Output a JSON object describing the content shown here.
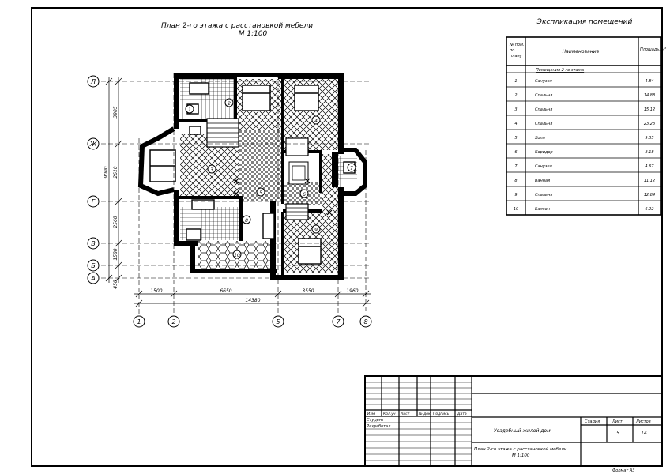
{
  "plan": {
    "title_line1": "План 2-го этажа с расстановкой мебели",
    "title_line2": "М 1:100",
    "axes_h": [
      "1",
      "2",
      "5",
      "7",
      "8"
    ],
    "axes_v": [
      "Л",
      "Ж",
      "Г",
      "В",
      "Б",
      "А"
    ],
    "dims_left": [
      "3905",
      "2610",
      "2560",
      "1580",
      "450"
    ],
    "dim_left_total": "9000",
    "dims_bottom": [
      "1500",
      "6650",
      "3550",
      "1960"
    ],
    "dim_bottom_total": "14380",
    "room_marks": [
      "1",
      "2",
      "3",
      "4",
      "5",
      "6",
      "7",
      "8",
      "9",
      "10"
    ]
  },
  "explication": {
    "title": "Экспликация помещений",
    "headers": [
      "№ пом. по плану",
      "Наименование",
      "Площадь, м²"
    ],
    "subtitle": "Помещения 2-го этажа",
    "rows": [
      [
        "1",
        "Санузел",
        "4.84"
      ],
      [
        "2",
        "Спальня",
        "14.88"
      ],
      [
        "3",
        "Спальня",
        "15.12"
      ],
      [
        "4",
        "Спальня",
        "23.23"
      ],
      [
        "5",
        "Холл",
        "9.35"
      ],
      [
        "6",
        "Коридор",
        "8.18"
      ],
      [
        "7",
        "Санузел",
        "4.67"
      ],
      [
        "8",
        "Ванная",
        "11.12"
      ],
      [
        "9",
        "Спальня",
        "12.84"
      ],
      [
        "10",
        "Балкон",
        "6.22"
      ]
    ]
  },
  "stamp": {
    "col_labels": [
      "Изм.",
      "Кол.уч",
      "Лист",
      "№ док.",
      "Подпись",
      "Дата"
    ],
    "row_labels": [
      "Студент",
      "Разработал"
    ],
    "project": "Усадебный жилой дом",
    "sheet_title": "План 2-го этажа с расстановкой мебели М 1:100",
    "stage_label": "Стадия",
    "sheet_label": "Лист",
    "sheets_label": "Листов",
    "sheet_no": "5",
    "sheets_total": "14",
    "format": "Формат А3"
  }
}
